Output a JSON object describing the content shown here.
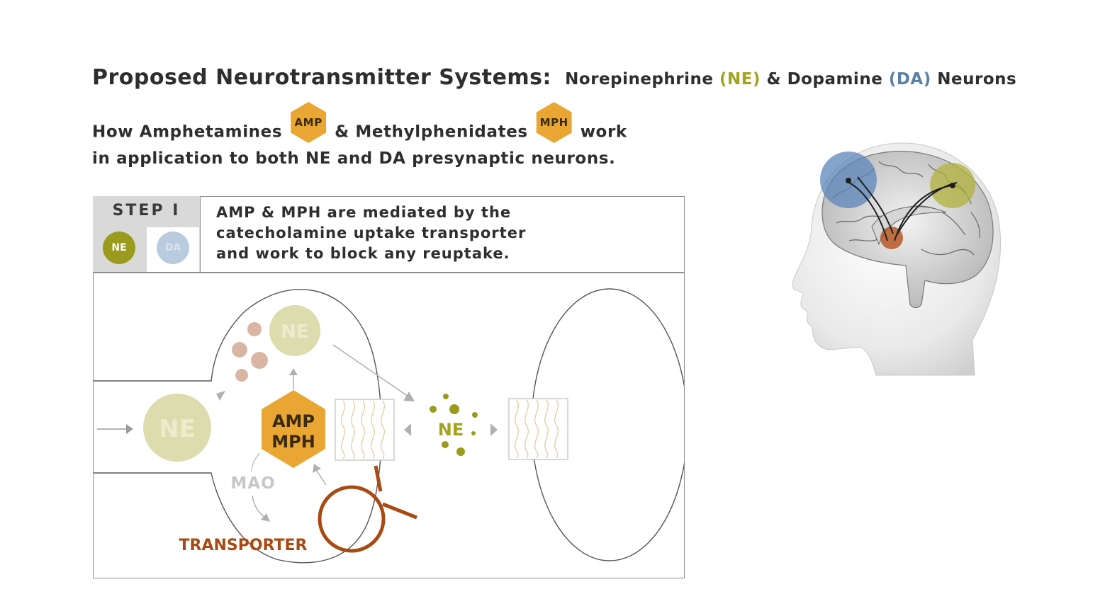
{
  "title": {
    "main": "Proposed Neurotransmitter Systems:",
    "sub_part1": "Norepinephrine",
    "sub_ne": "(NE)",
    "sub_amp": "&",
    "sub_part2": "Dopamine",
    "sub_da": "(DA)",
    "sub_part3": "Neurons"
  },
  "intro": {
    "part1": "How Amphetamines",
    "amp_badge": "AMP",
    "part2": "& Methylphenidates",
    "mph_badge": "MPH",
    "part3": "work",
    "line2": "in application to both NE and DA presynaptic neurons."
  },
  "step": {
    "label": "STEP I",
    "tab_ne": "NE",
    "tab_da": "DA",
    "line1": "AMP & MPH are mediated by the",
    "line2": "catecholamine uptake transporter",
    "line3": "and work to block any reuptake."
  },
  "diagram": {
    "vesicle_label": "NE",
    "large_ne_label": "NE",
    "drug_line1": "AMP",
    "drug_line2": "MPH",
    "mao_label": "MAO",
    "transporter_label": "TRANSPORTER",
    "cleft_ne_label": "NE"
  },
  "colors": {
    "ne": "#a3a31e",
    "da": "#5b80a8",
    "hexagon": "#e9a632",
    "transporter": "#a84a12",
    "ne_fill": "#dcdcae",
    "receptor": "#e3c99a"
  }
}
